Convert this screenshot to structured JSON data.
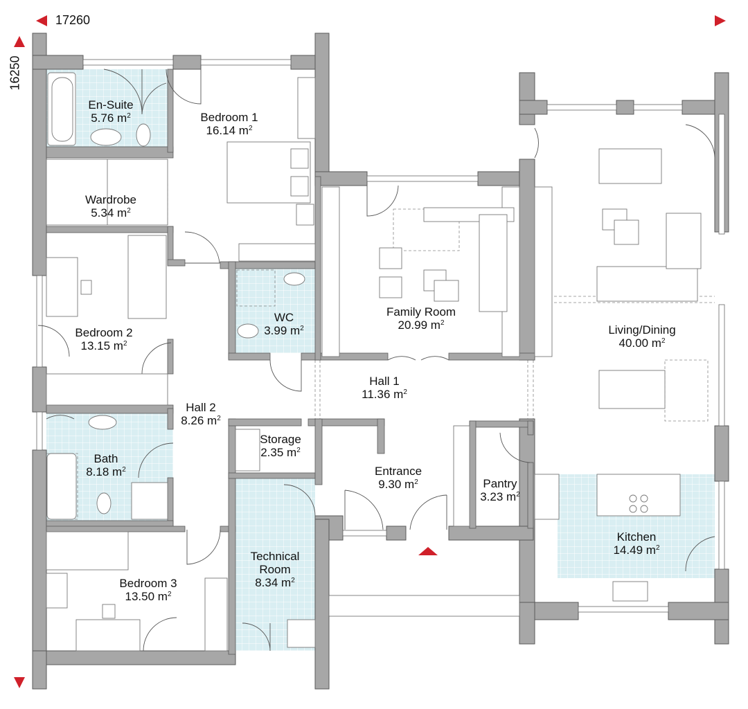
{
  "dimensions": {
    "width": "17260",
    "depth": "16250"
  },
  "unit": {
    "base": "m",
    "exponent": "2"
  },
  "colors": {
    "accent": "#d0202a",
    "wall": "#a7a7a7",
    "tile": "#d9eef2"
  },
  "rooms": [
    {
      "name": "En-Suite",
      "area": "5.76"
    },
    {
      "name": "Bedroom 1",
      "area": "16.14"
    },
    {
      "name": "Wardrobe",
      "area": "5.34"
    },
    {
      "name": "Bedroom 2",
      "area": "13.15"
    },
    {
      "name": "WC",
      "area": "3.99"
    },
    {
      "name": "Family Room",
      "area": "20.99"
    },
    {
      "name": "Living/Dining",
      "area": "40.00"
    },
    {
      "name": "Hall 1",
      "area": "11.36"
    },
    {
      "name": "Hall 2",
      "area": "8.26"
    },
    {
      "name": "Storage",
      "area": "2.35"
    },
    {
      "name": "Bath",
      "area": "8.18"
    },
    {
      "name": "Entrance",
      "area": "9.30"
    },
    {
      "name": "Pantry",
      "area": "3.23"
    },
    {
      "name": "Kitchen",
      "area": "14.49"
    },
    {
      "name": "Technical Room",
      "name_line1": "Technical",
      "name_line2": "Room",
      "area": "8.34"
    },
    {
      "name": "Bedroom 3",
      "area": "13.50"
    }
  ]
}
